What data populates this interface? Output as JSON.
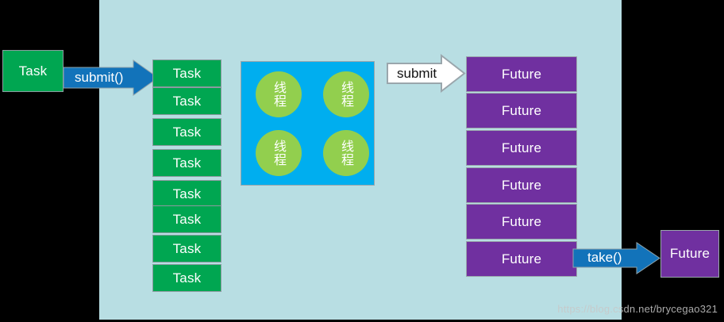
{
  "diagram": {
    "title": "Thread pool task submission and future retrieval diagram",
    "colors": {
      "background": "#000000",
      "panel": "#b8dee3",
      "task_green": "#00a651",
      "future_purple": "#7030a0",
      "pool_blue": "#00aeef",
      "thread_green": "#92cf4e",
      "arrow_blue": "#1273ba",
      "arrow_white": "#ffffff",
      "arrow_border": "#9aa6ac"
    },
    "source_task": {
      "label": "Task"
    },
    "task_queue": {
      "name": "task-queue",
      "items": [
        {
          "label": "Task"
        },
        {
          "label": "Task"
        },
        {
          "label": "Task"
        },
        {
          "label": "Task"
        },
        {
          "label": "Task"
        },
        {
          "label": "Task"
        },
        {
          "label": "Task"
        },
        {
          "label": "Task"
        }
      ]
    },
    "thread_pool": {
      "name": "thread-pool",
      "threads": [
        {
          "label": "线程"
        },
        {
          "label": "线程"
        },
        {
          "label": "线程"
        },
        {
          "label": "线程"
        }
      ]
    },
    "future_queue": {
      "name": "future-queue",
      "items": [
        {
          "label": "Future"
        },
        {
          "label": "Future"
        },
        {
          "label": "Future"
        },
        {
          "label": "Future"
        },
        {
          "label": "Future"
        },
        {
          "label": "Future"
        }
      ]
    },
    "result_future": {
      "label": "Future"
    },
    "arrows": {
      "submit_call": "submit()",
      "submit_plain": "submit",
      "take_call": "take()"
    },
    "watermark": "https://blog.csdn.net/brycegao321"
  }
}
